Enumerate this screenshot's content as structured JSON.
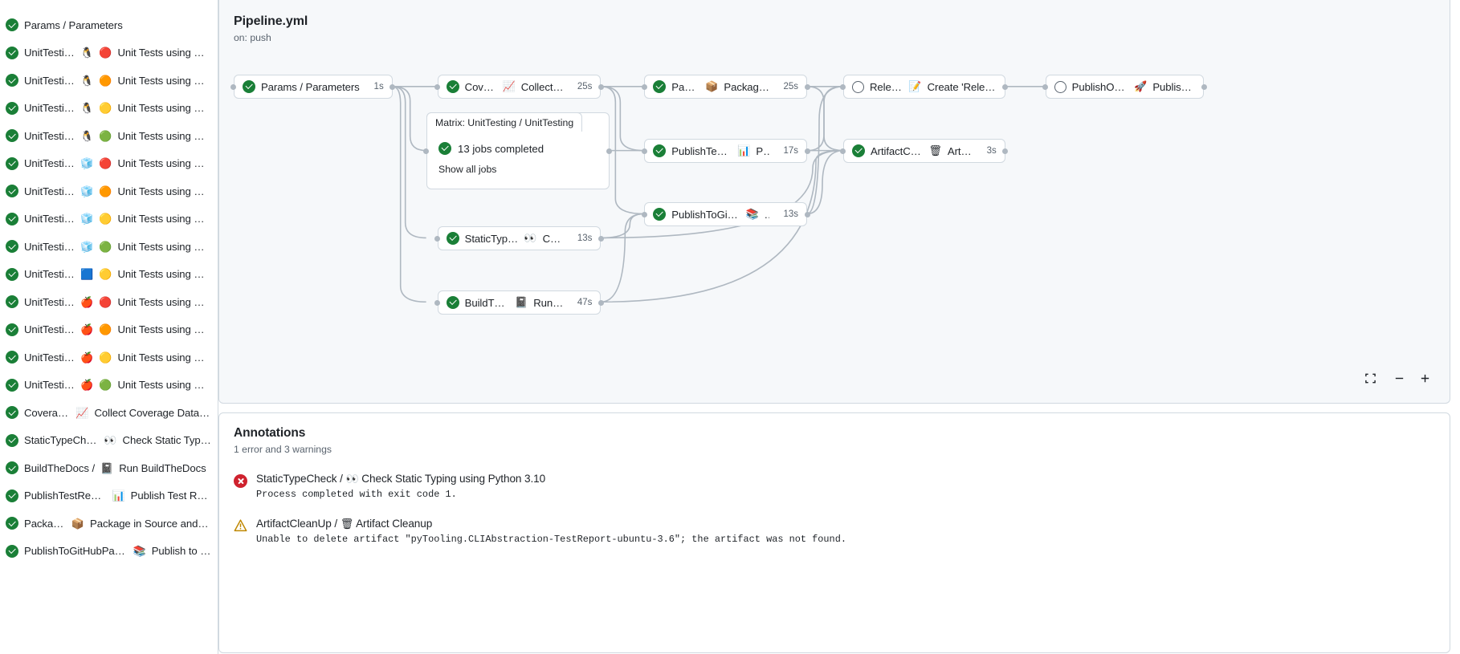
{
  "sidebar": {
    "jobs": [
      {
        "status": "success",
        "label": "Params / Parameters",
        "emojis": []
      },
      {
        "status": "success",
        "label": "UnitTesting / ",
        "emojis": [
          "🐧",
          "🔴"
        ],
        "suffix": "Unit Tests using Pyth..."
      },
      {
        "status": "success",
        "label": "UnitTesting / ",
        "emojis": [
          "🐧",
          "🟠"
        ],
        "suffix": "Unit Tests using Pyth..."
      },
      {
        "status": "success",
        "label": "UnitTesting / ",
        "emojis": [
          "🐧",
          "🟡"
        ],
        "suffix": "Unit Tests using Pyth..."
      },
      {
        "status": "success",
        "label": "UnitTesting / ",
        "emojis": [
          "🐧",
          "🟢"
        ],
        "suffix": "Unit Tests using Pyth..."
      },
      {
        "status": "success",
        "label": "UnitTesting / ",
        "emojis": [
          "🧊",
          "🔴"
        ],
        "suffix": "Unit Tests using Pyth..."
      },
      {
        "status": "success",
        "label": "UnitTesting / ",
        "emojis": [
          "🧊",
          "🟠"
        ],
        "suffix": "Unit Tests using Pyth..."
      },
      {
        "status": "success",
        "label": "UnitTesting / ",
        "emojis": [
          "🧊",
          "🟡"
        ],
        "suffix": "Unit Tests using Pyth..."
      },
      {
        "status": "success",
        "label": "UnitTesting / ",
        "emojis": [
          "🧊",
          "🟢"
        ],
        "suffix": "Unit Tests using Pyth..."
      },
      {
        "status": "success",
        "label": "UnitTesting / ",
        "emojis": [
          "🟦",
          "🟡"
        ],
        "suffix": "Unit Tests using Pyth..."
      },
      {
        "status": "success",
        "label": "UnitTesting / ",
        "emojis": [
          "🍎",
          "🔴"
        ],
        "suffix": "Unit Tests using Pyth..."
      },
      {
        "status": "success",
        "label": "UnitTesting / ",
        "emojis": [
          "🍎",
          "🟠"
        ],
        "suffix": "Unit Tests using Pyth..."
      },
      {
        "status": "success",
        "label": "UnitTesting / ",
        "emojis": [
          "🍎",
          "🟡"
        ],
        "suffix": "Unit Tests using Pyth..."
      },
      {
        "status": "success",
        "label": "UnitTesting / ",
        "emojis": [
          "🍎",
          "🟢"
        ],
        "suffix": "Unit Tests using Pyth..."
      },
      {
        "status": "success",
        "label": "Coverage / ",
        "emojis": [
          "📈"
        ],
        "suffix": "Collect Coverage Data usi..."
      },
      {
        "status": "success",
        "label": "StaticTypeCheck / ",
        "emojis": [
          "👀"
        ],
        "suffix": "Check Static Typing..."
      },
      {
        "status": "success",
        "label": "BuildTheDocs / ",
        "emojis": [
          "📓"
        ],
        "suffix": "Run BuildTheDocs"
      },
      {
        "status": "success",
        "label": "PublishTestResults / ",
        "emojis": [
          "📊"
        ],
        "suffix": "Publish Test Resu..."
      },
      {
        "status": "success",
        "label": "Package / ",
        "emojis": [
          "📦"
        ],
        "suffix": "Package in Source and Wh..."
      },
      {
        "status": "success",
        "label": "PublishToGitHubPages / ",
        "emojis": [
          "📚"
        ],
        "suffix": "Publish to G..."
      }
    ]
  },
  "graph": {
    "title": "Pipeline.yml",
    "subtitle": "on: push",
    "nodes": [
      {
        "id": "params",
        "status": "success",
        "label": "Params / Parameters",
        "emojis": [],
        "duration": "1s"
      },
      {
        "id": "coverage",
        "status": "success",
        "label": "Coverage / ",
        "emojis": [
          "📈"
        ],
        "suffix": "Collect Cove...",
        "duration": "25s"
      },
      {
        "id": "statictype",
        "status": "success",
        "label": "StaticTypeCheck / ",
        "emojis": [
          "👀"
        ],
        "suffix": "Chec...",
        "duration": "13s"
      },
      {
        "id": "buildthedocs",
        "status": "success",
        "label": "BuildTheDocs / ",
        "emojis": [
          "📓"
        ],
        "suffix": "Run Buil...",
        "duration": "47s"
      },
      {
        "id": "package",
        "status": "success",
        "label": "Package / ",
        "emojis": [
          "📦"
        ],
        "suffix": "Package in So...",
        "duration": "25s"
      },
      {
        "id": "publishtest",
        "status": "success",
        "label": "PublishTestResults / ",
        "emojis": [
          "📊"
        ],
        "suffix": "Pu...",
        "duration": "17s"
      },
      {
        "id": "publishpages",
        "status": "success",
        "label": "PublishToGitHubPages / ",
        "emojis": [
          "📚"
        ],
        "suffix": "...",
        "duration": "13s"
      },
      {
        "id": "release",
        "status": "neutral",
        "label": "Release / ",
        "emojis": [
          "📝"
        ],
        "suffix": "Create 'Release P...",
        "duration": ""
      },
      {
        "id": "artifact",
        "status": "success",
        "label": "ArtifactCleanUp / ",
        "emojis": [
          "🗑"
        ],
        "suffix": "Artifac...",
        "duration": "3s"
      },
      {
        "id": "publishpypi",
        "status": "neutral",
        "label": "PublishOnPyPI / ",
        "emojis": [
          "🚀"
        ],
        "suffix": "Publish to ...",
        "duration": ""
      }
    ],
    "matrix": {
      "title": "Matrix: UnitTesting / UnitTesting",
      "status": "success",
      "summary": "13 jobs completed",
      "show_all": "Show all jobs"
    },
    "zoom_controls": {
      "fit_icon": "fit-screen-icon",
      "zoom_out_label": "−",
      "zoom_in_label": "+"
    }
  },
  "annotations": {
    "title": "Annotations",
    "subtitle": "1 error and 3 warnings",
    "items": [
      {
        "severity": "error",
        "job": "StaticTypeCheck / ",
        "emoji": "👀",
        "step": "Check Static Typing using Python 3.10",
        "message": "Process completed with exit code 1."
      },
      {
        "severity": "warning",
        "job": "ArtifactCleanUp / ",
        "emoji": "🗑",
        "step": "Artifact Cleanup",
        "message": "Unable to delete artifact \"pyTooling.CLIAbstraction-TestReport-ubuntu-3.6\"; the artifact was not found."
      }
    ]
  },
  "colors": {
    "success": "#1a7f37",
    "error": "#cf222e",
    "warning": "#bf8700",
    "neutral": "#59636e",
    "border": "#d1d9e0",
    "canvas": "#f6f8fa"
  }
}
